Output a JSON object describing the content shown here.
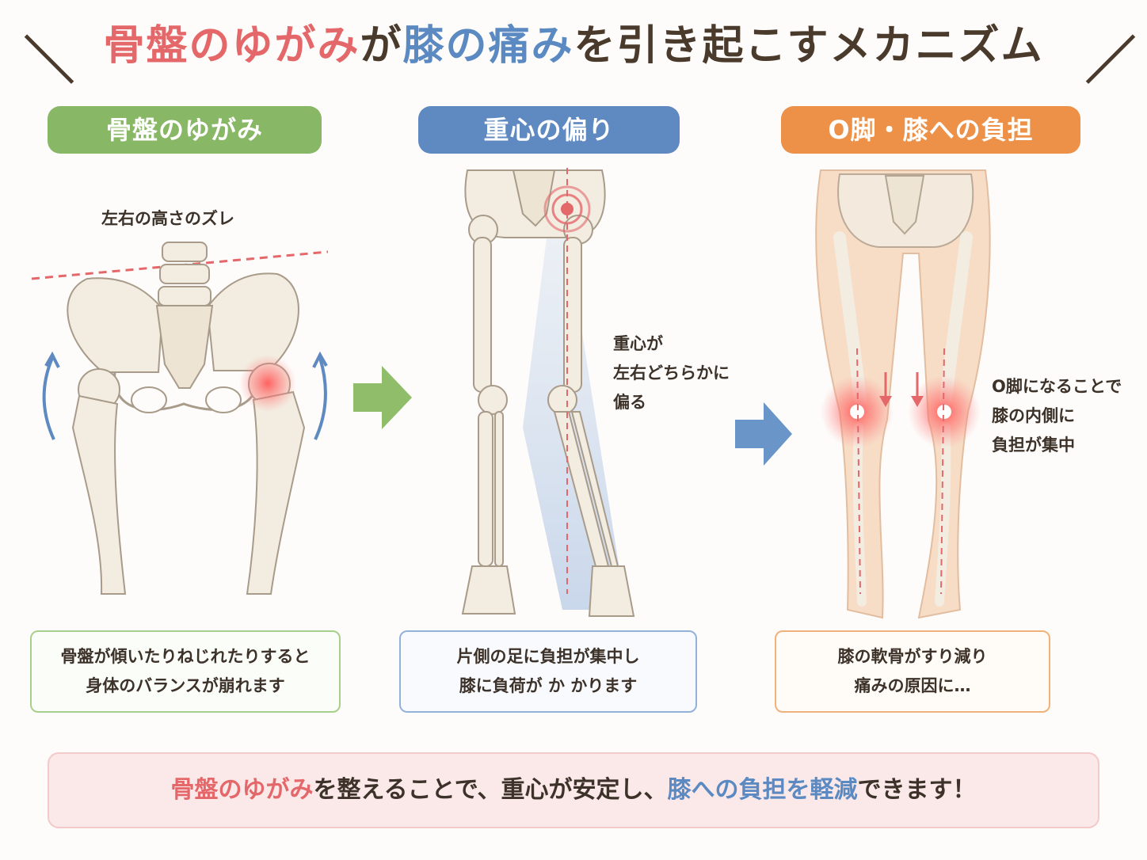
{
  "title": {
    "slash_left": "＼",
    "part1": "骨盤のゆがみ",
    "part2": "が",
    "part3": "膝の痛み",
    "part4": "を引き起こすメカニズム",
    "slash_right": "／"
  },
  "panels": [
    {
      "label": "骨盤のゆがみ",
      "note": "左右の高さのズレ",
      "desc_line1": "骨盤が傾いたりねじれたりすると",
      "desc_line2": "身体のバランスが崩れます"
    },
    {
      "label": "重心の偏り",
      "note_line1": "重心が",
      "note_line2": "左右どちらかに",
      "note_line3": "偏る",
      "desc_line1": "片側の足に負担が集中し",
      "desc_line2": "膝に負荷が か かります"
    },
    {
      "label": "O脚・膝への負担",
      "note_line1": "O脚になることで",
      "note_line2": "膝の内側に",
      "note_line3": "負担が集中",
      "desc_line1": "膝の軟骨がすり減り",
      "desc_line2": "痛みの原因に…"
    }
  ],
  "summary": {
    "part1": "骨盤のゆがみ",
    "part2": "を整えることで、重心が安定し、",
    "part3": "膝への負担を軽減",
    "part4": "できます！"
  },
  "colors": {
    "green": "#88b765",
    "blue": "#5e89c1",
    "orange": "#ec9147",
    "red": "#e4676a",
    "bone": "#f3ece0"
  }
}
